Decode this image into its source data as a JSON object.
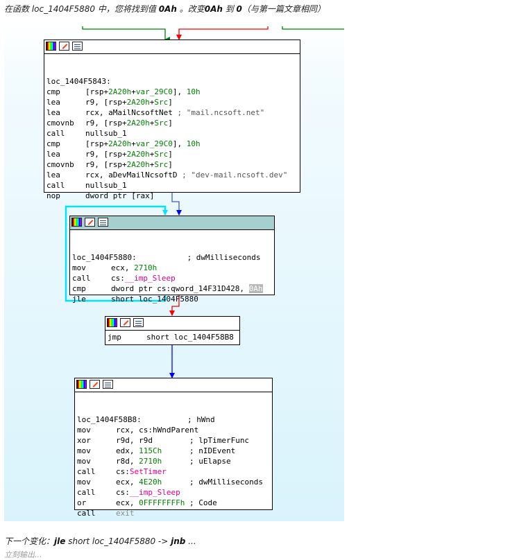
{
  "caption_top": {
    "pre": "在函数 loc_1404F5880 中，您将找到值 ",
    "b1": "0Ah",
    "mid": " 。改变",
    "b2": "0Ah",
    "mid2": " 到 ",
    "b3": "0",
    "post": "（与第一篇文章相同）"
  },
  "caption_bottom": {
    "pre": "下一个变化：",
    "b1": "jle",
    "mid": " short loc_1404F5880 -> ",
    "b2": "jnb",
    "post": " ..."
  },
  "caption_tail": "立刻输出...",
  "block1": {
    "label": "loc_1404F5843:",
    "l1": {
      "mn": "cmp",
      "a": "[rsp+",
      "b": "2A20h",
      "c": "+",
      "d": "var_29C0",
      "e": "], ",
      "f": "10h"
    },
    "l2": {
      "mn": "lea",
      "a": "r9, [rsp+",
      "b": "2A20h",
      "c": "+",
      "d": "Src",
      "e": "]"
    },
    "l3": {
      "mn": "lea",
      "a": "rcx, aMailNcsoftNet",
      "cm": " ; \"mail.ncsoft.net\""
    },
    "l4": {
      "mn": "cmovnb",
      "a": "r9, [rsp+",
      "b": "2A20h",
      "c": "+",
      "d": "Src",
      "e": "]"
    },
    "l5": {
      "mn": "call",
      "a": "nullsub_1"
    },
    "l6": {
      "mn": "cmp",
      "a": "[rsp+",
      "b": "2A20h",
      "c": "+",
      "d": "var_29C0",
      "e": "], ",
      "f": "10h"
    },
    "l7": {
      "mn": "lea",
      "a": "r9, [rsp+",
      "b": "2A20h",
      "c": "+",
      "d": "Src",
      "e": "]"
    },
    "l8": {
      "mn": "cmovnb",
      "a": "r9, [rsp+",
      "b": "2A20h",
      "c": "+",
      "d": "Src",
      "e": "]"
    },
    "l9": {
      "mn": "lea",
      "a": "rcx, aDevMailNcsoftD",
      "cm": " ; \"dev-mail.ncsoft.dev\""
    },
    "l10": {
      "mn": "call",
      "a": "nullsub_1"
    },
    "l11": {
      "mn": "nop",
      "a": "dword ptr [rax]"
    }
  },
  "block2": {
    "label": "loc_1404F5880:",
    "label_cm": "           ; dwMilliseconds",
    "l1": {
      "mn": "mov",
      "a": "ecx, ",
      "b": "2710h"
    },
    "l2": {
      "mn": "call",
      "a": "cs:",
      "b": "__imp_Sleep"
    },
    "l3": {
      "mn": "cmp",
      "a": "dword ptr cs:qword_14F31D428, ",
      "b": "0Ah"
    },
    "l4": {
      "mn": "jle",
      "a": "short loc_1404F5880"
    }
  },
  "block3": {
    "l1": {
      "mn": "jmp",
      "a": "short loc_1404F58B8"
    }
  },
  "block4": {
    "label": "loc_1404F58B8:",
    "label_cm": "          ; hWnd",
    "l1": {
      "mn": "mov",
      "a": "rcx, cs:hWndParent"
    },
    "l2": {
      "mn": "xor",
      "a": "r9d, r9d",
      "cm": "        ; lpTimerFunc"
    },
    "l3": {
      "mn": "mov",
      "a": "edx, ",
      "b": "115Ch",
      "cm": "      ; nIDEvent"
    },
    "l4": {
      "mn": "mov",
      "a": "r8d, ",
      "b": "2710h",
      "cm": "      ; uElapse"
    },
    "l5": {
      "mn": "call",
      "a": "cs:",
      "b": "SetTimer"
    },
    "l6": {
      "mn": "mov",
      "a": "ecx, ",
      "b": "4E20h",
      "cm": "      ; dwMilliseconds"
    },
    "l7": {
      "mn": "call",
      "a": "cs:",
      "b": "__imp_Sleep"
    },
    "l8": {
      "mn": "or",
      "a": "ecx, ",
      "b": "0FFFFFFFFh",
      "cm": " ; Code"
    },
    "l9": {
      "mn": "call",
      "a": "exit"
    }
  },
  "colors": {
    "edge_true": "#008000",
    "edge_false": "#ff0000",
    "edge_uncond": "#0000ff",
    "edge_loop": "#00e5ff",
    "edge_in": "#4060b0",
    "selected_titlebar": "#a6cfcf",
    "number_green": "#008000",
    "import_pink": "#e0008a",
    "highlight": "#b7b7b7"
  }
}
